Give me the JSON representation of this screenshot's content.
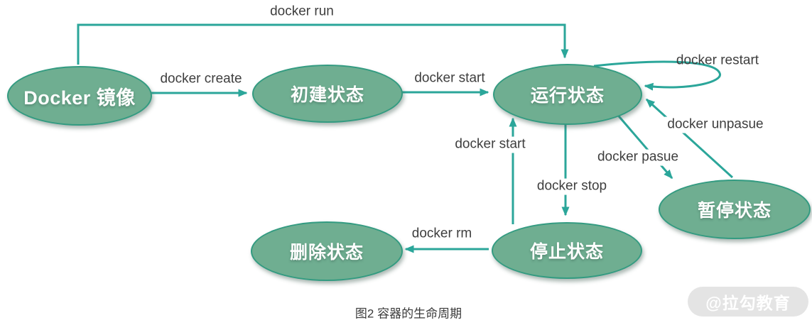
{
  "diagram": {
    "caption": "图2 容器的生命周期",
    "watermark": "@拉勾教育",
    "colors": {
      "node_fill": "#6FAE91",
      "node_stroke": "#339B81",
      "arrow": "#2BA69A",
      "edge_label_text": "#3E3E3E",
      "node_text": "#FFFFFF",
      "watermark_bg": "#E4E4E4",
      "watermark_text": "#FFFFFF"
    },
    "nodes": [
      {
        "id": "docker-image",
        "label": "Docker 镜像"
      },
      {
        "id": "created",
        "label": "初建状态"
      },
      {
        "id": "running",
        "label": "运行状态"
      },
      {
        "id": "paused",
        "label": "暂停状态"
      },
      {
        "id": "stopped",
        "label": "停止状态"
      },
      {
        "id": "deleted",
        "label": "删除状态"
      }
    ],
    "edges": [
      {
        "label": "docker run",
        "from": "docker-image",
        "to": "running"
      },
      {
        "label": "docker create",
        "from": "docker-image",
        "to": "created"
      },
      {
        "label": "docker start",
        "from": "created",
        "to": "running"
      },
      {
        "label": "docker restart",
        "from": "running",
        "to": "running"
      },
      {
        "label": "docker pasue",
        "from": "running",
        "to": "paused"
      },
      {
        "label": "docker unpasue",
        "from": "paused",
        "to": "running"
      },
      {
        "label": "docker stop",
        "from": "running",
        "to": "stopped"
      },
      {
        "label": "docker start",
        "from": "stopped",
        "to": "running"
      },
      {
        "label": "docker rm",
        "from": "stopped",
        "to": "deleted"
      }
    ]
  }
}
